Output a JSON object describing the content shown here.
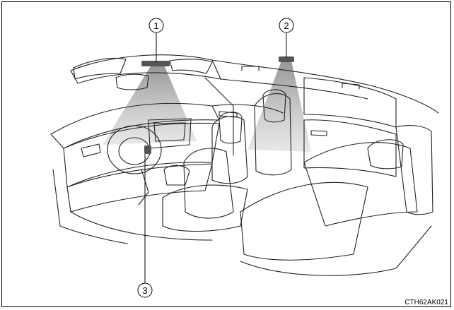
{
  "callouts": [
    {
      "label": "1"
    },
    {
      "label": "2"
    },
    {
      "label": "3"
    }
  ],
  "figure_code": "CTH62AK021",
  "colors": {
    "line": "#222222",
    "cone": "#9a9a9a",
    "sensor": "#555555",
    "frame": "#000000"
  }
}
